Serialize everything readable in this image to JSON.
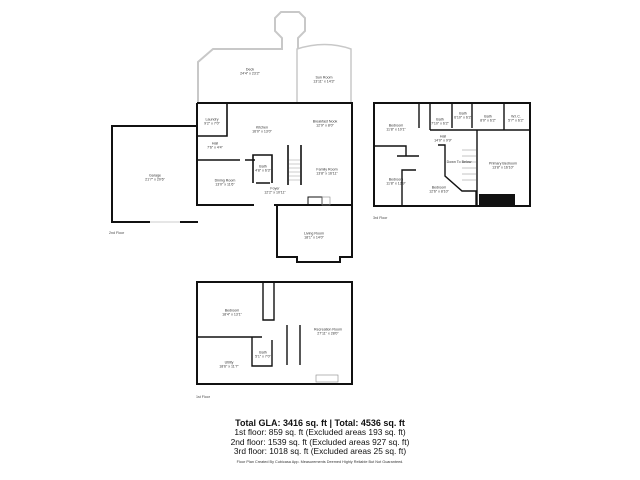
{
  "floors": [
    {
      "label": "2nd Floor",
      "rooms": [
        {
          "name": "Deck",
          "dims": "24'4\" x 23'2\""
        },
        {
          "name": "Sun Room",
          "dims": "13'11\" x 14'3\""
        },
        {
          "name": "Laundry",
          "dims": "9'2\" x 7'0\""
        },
        {
          "name": "Kitchen",
          "dims": "16'0\" x 13'0\""
        },
        {
          "name": "Breakfast Nook",
          "dims": "12'9\" x 8'0\""
        },
        {
          "name": "Hall",
          "dims": "7'6\" x 4'4\""
        },
        {
          "name": "Bath",
          "dims": "4'8\" x 6'3\""
        },
        {
          "name": "Dining Room",
          "dims": "13'0\" x 11'6\""
        },
        {
          "name": "Foyer",
          "dims": "12'2\" x 10'11\""
        },
        {
          "name": "Family Room",
          "dims": "13'8\" x 16'11\""
        },
        {
          "name": "Garage",
          "dims": "21'7\" x 20'6\""
        },
        {
          "name": "Living Room",
          "dims": "18'1\" x 14'0\""
        }
      ]
    },
    {
      "label": "3rd Floor",
      "rooms": [
        {
          "name": "Bedroom",
          "dims": "11'8\" x 10'1\""
        },
        {
          "name": "Bath",
          "dims": "7'10\" x 6'2\""
        },
        {
          "name": "Bath",
          "dims": "6'10\" x 6'2\""
        },
        {
          "name": "Bath",
          "dims": "8'0\" x 6'2\""
        },
        {
          "name": "W.I.C.",
          "dims": "5'7\" x 6'2\""
        },
        {
          "name": "Hall",
          "dims": "14'0\" x 9'9\""
        },
        {
          "name": "Down To Below",
          "dims": ""
        },
        {
          "name": "Primary Bedroom",
          "dims": "13'8\" x 16'10\""
        },
        {
          "name": "Bedroom",
          "dims": "11'8\" x 12'9\""
        },
        {
          "name": "Bedroom",
          "dims": "12'6\" x 8'10\""
        }
      ]
    },
    {
      "label": "1st Floor",
      "rooms": [
        {
          "name": "Bedroom",
          "dims": "18'4\" x 13'1\""
        },
        {
          "name": "Recreation Room",
          "dims": "27'11\" x 28'0\""
        },
        {
          "name": "Bath",
          "dims": "5'1\" x 7'0\""
        },
        {
          "name": "Utility",
          "dims": "18'6\" x 11'7\""
        }
      ]
    }
  ],
  "summary": {
    "total": "Total GLA: 3416 sq. ft | Total: 4536 sq. ft",
    "lines": [
      "1st floor: 859 sq. ft (Excluded areas 193 sq. ft)",
      "2nd floor: 1539 sq. ft (Excluded areas 927 sq. ft)",
      "3rd floor: 1018 sq. ft (Excluded areas 25 sq. ft)"
    ],
    "footer": "Floor Plan Created By Cubicasa App. Measurements Deemed Highly Reliable But Not Guaranteed."
  },
  "colors": {
    "wall": "#111111",
    "deck": "#c8c8c8",
    "window": "#d9d9d9"
  }
}
